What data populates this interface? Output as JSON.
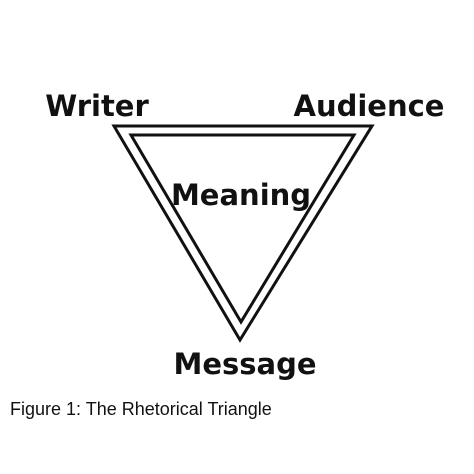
{
  "diagram": {
    "nodes": {
      "top_left": "Writer",
      "top_right": "Audience",
      "bottom": "Message",
      "center": "Meaning"
    },
    "line_color": "#111111"
  },
  "caption": "Figure 1: The Rhetorical Triangle"
}
